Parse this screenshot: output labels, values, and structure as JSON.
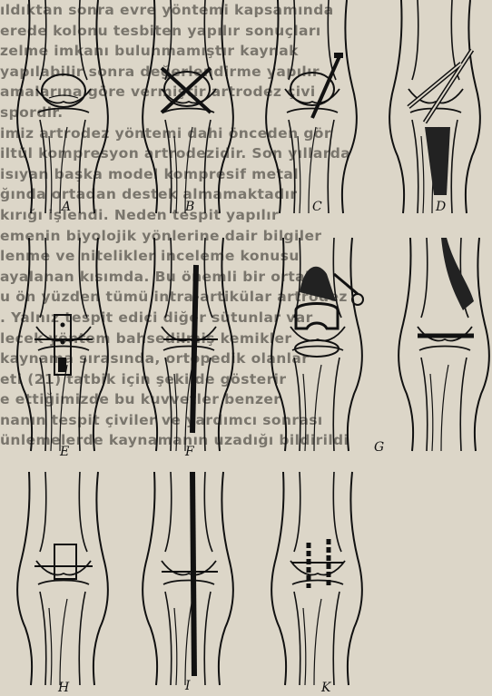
{
  "figure": {
    "panels": [
      {
        "id": "A",
        "caption": "A"
      },
      {
        "id": "B",
        "caption": "B"
      },
      {
        "id": "C",
        "caption": "C"
      },
      {
        "id": "D",
        "caption": "D"
      },
      {
        "id": "E",
        "caption": "E"
      },
      {
        "id": "F",
        "caption": "F"
      },
      {
        "id": "G",
        "caption": "G"
      },
      {
        "id": "H",
        "caption": "H"
      },
      {
        "id": "I",
        "caption": "I"
      },
      {
        "id": "K",
        "caption": "K"
      }
    ]
  },
  "background_text": {
    "lines": [
      "ıldıktan sonra evre yöntemi kapsamında",
      "erede kolonu tesbiten yapılır sonuçları",
      "zelme imkanı bulunmamıştır kaynak",
      "yapılabilir sonra değerlendirme yapılır",
      "amalarına göre vermiştir artrodez çivi",
      "spordir.",
      "imiz artrodez yöntemi dahi önceden gör",
      "iltül kompresyon artrodezidir. Son yıllarda",
      "isıyan başka model kompresif metal",
      "ğında ortadan destek almamaktadır",
      "kırığı işlendi. Neden tespit yapılır",
      "emenin biyolojik yönlerine dair bilgiler",
      "lenme ve nitelikler inceleme konusu",
      "ayalanan kısımda. Bu önemli bir ortak",
      "u ön yüzden tümü intra-artikülar artrodez",
      ". Yalnız tespit edici diğer sütunlar var",
      "lecek yöntem bahsedilmiş kemikler",
      "kaynama sırasında, ortopedik olanlar",
      "eti (21) tatbik için şekilde gösterir",
      "e ettiğimizde bu kuvvetler benzer",
      "nanın tespit çiviler ve yardımcı sonrası",
      "ünlemelerde kaynamanın uzadığı bildirildi"
    ]
  }
}
